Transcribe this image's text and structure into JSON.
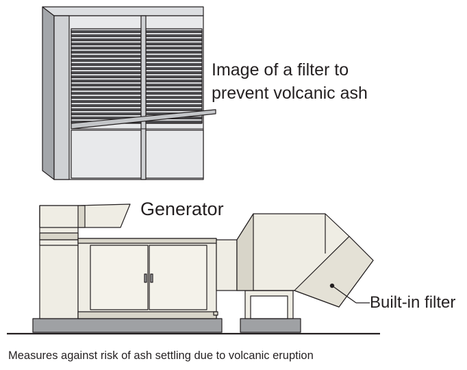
{
  "labels": {
    "filter_image": [
      "Image of a filter to",
      "prevent volcanic ash"
    ],
    "generator": "Generator",
    "built_in_filter": "Built-in filter"
  },
  "caption": "Measures against risk of ash settling due to volcanic eruption",
  "colors": {
    "panel_light": "#e8e9eb",
    "panel_mid": "#cfd1d4",
    "panel_dark": "#a3a6aa",
    "louver_stripe": "#6e7176",
    "machine_fill": "#efede4",
    "machine_shadow": "#d8d5c9",
    "base_gray": "#9fa1a4",
    "outline": "#231f20"
  }
}
